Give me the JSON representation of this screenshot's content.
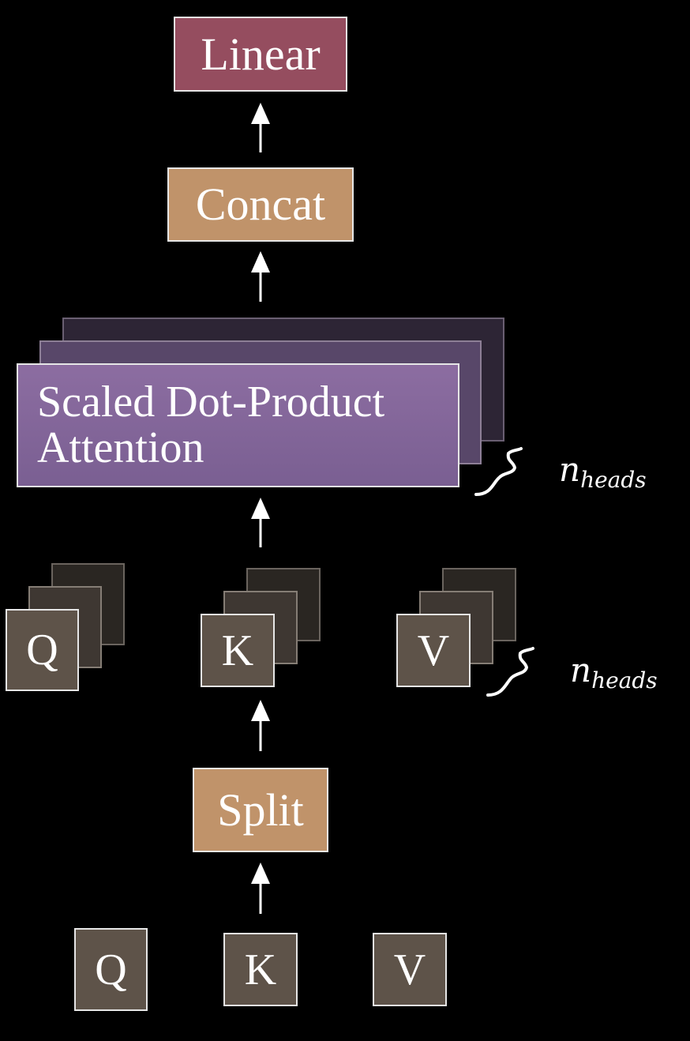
{
  "diagram": {
    "linear": "Linear",
    "concat": "Concat",
    "attention": {
      "line1": "Scaled Dot-Product",
      "line2": "Attention"
    },
    "split": "Split",
    "heads_label": {
      "base": "n",
      "subscript": "heads"
    },
    "split_heads": {
      "q": "Q",
      "k": "K",
      "v": "V"
    },
    "inputs": {
      "q": "Q",
      "k": "K",
      "v": "V"
    },
    "colors": {
      "background": "#000000",
      "linear": "#954d5f",
      "concat_split": "#c0936a",
      "attention": "#8a6b9e",
      "qkv": "#5e5349"
    }
  }
}
